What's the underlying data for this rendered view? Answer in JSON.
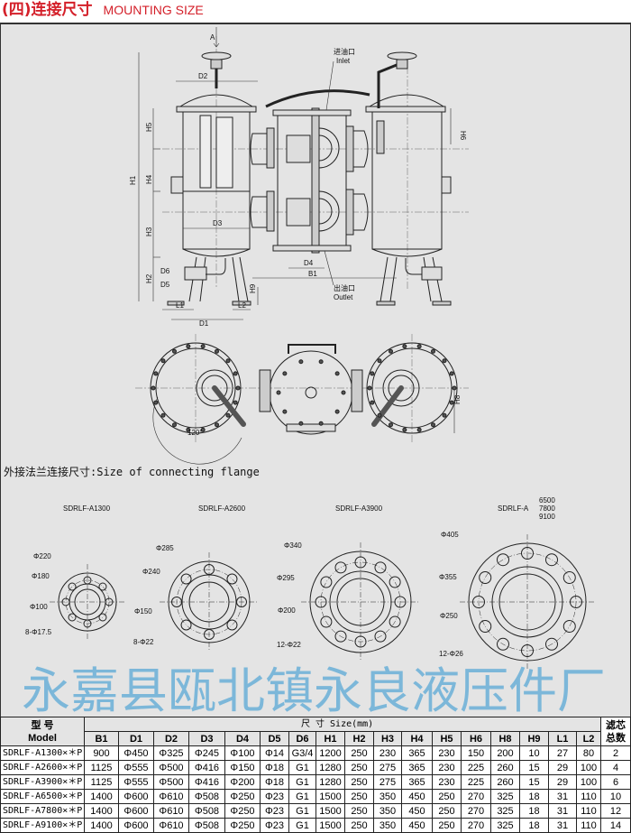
{
  "header": {
    "title_cn": "(四)连接尺寸",
    "title_en": "MOUNTING SIZE"
  },
  "drawing": {
    "labels": {
      "A": "A",
      "D2": "D2",
      "H1": "H1",
      "H2": "H2",
      "H3": "H3",
      "H4": "H4",
      "H5": "H5",
      "H6": "H6",
      "D3": "D3",
      "D4": "D4",
      "B1": "B1",
      "D5": "D5",
      "D6": "D6",
      "L1": "L1",
      "L2": "L2",
      "D1": "D1",
      "H8": "H8",
      "H9": "H9",
      "angle": "120°"
    },
    "inlet_cn": "进油口",
    "inlet_en": "Inlet",
    "outlet_cn": "出油口",
    "outlet_en": "Outlet",
    "watermark": "永嘉县瓯北镇永良液压件厂"
  },
  "flange_section": {
    "title": "外接法兰连接尺寸:Size of connecting flange",
    "flanges": [
      {
        "model": "SDRLF-A1300",
        "outer": "Φ220",
        "pcd": "Φ180",
        "bore": "Φ100",
        "holes": "8-Φ17.5",
        "hole_count": 8
      },
      {
        "model": "SDRLF-A2600",
        "outer": "Φ285",
        "pcd": "Φ240",
        "bore": "Φ150",
        "holes": "8-Φ22",
        "hole_count": 8
      },
      {
        "model": "SDRLF-A3900",
        "outer": "Φ340",
        "pcd": "Φ295",
        "bore": "Φ200",
        "holes": "12-Φ22",
        "hole_count": 12
      },
      {
        "model": "SDRLF-A",
        "model_variants": [
          "6500",
          "7800",
          "9100"
        ],
        "outer": "Φ405",
        "pcd": "Φ355",
        "bore": "Φ250",
        "holes": "12-Φ26",
        "hole_count": 12
      }
    ]
  },
  "table": {
    "model_header_cn": "型 号",
    "model_header_en": "Model",
    "size_header": "尺  寸 Size(mm)",
    "count_header": "滤芯总数",
    "columns": [
      "B1",
      "D1",
      "D2",
      "D3",
      "D4",
      "D5",
      "D6",
      "H1",
      "H2",
      "H3",
      "H4",
      "H5",
      "H6",
      "H8",
      "H9",
      "L1",
      "L2"
    ],
    "rows": [
      {
        "model": "SDRLF-A1300×＊P",
        "values": [
          "900",
          "Φ450",
          "Φ325",
          "Φ245",
          "Φ100",
          "Φ14",
          "G3/4",
          "1200",
          "250",
          "230",
          "365",
          "230",
          "150",
          "200",
          "10",
          "27",
          "80"
        ],
        "count": "2"
      },
      {
        "model": "SDRLF-A2600×＊P",
        "values": [
          "1125",
          "Φ555",
          "Φ500",
          "Φ416",
          "Φ150",
          "Φ18",
          "G1",
          "1280",
          "250",
          "275",
          "365",
          "230",
          "225",
          "260",
          "15",
          "29",
          "100"
        ],
        "count": "4"
      },
      {
        "model": "SDRLF-A3900×＊P",
        "values": [
          "1125",
          "Φ555",
          "Φ500",
          "Φ416",
          "Φ200",
          "Φ18",
          "G1",
          "1280",
          "250",
          "275",
          "365",
          "230",
          "225",
          "260",
          "15",
          "29",
          "100"
        ],
        "count": "6"
      },
      {
        "model": "SDRLF-A6500×＊P",
        "values": [
          "1400",
          "Φ600",
          "Φ610",
          "Φ508",
          "Φ250",
          "Φ23",
          "G1",
          "1500",
          "250",
          "350",
          "450",
          "250",
          "270",
          "325",
          "18",
          "31",
          "110"
        ],
        "count": "10"
      },
      {
        "model": "SDRLF-A7800×＊P",
        "values": [
          "1400",
          "Φ600",
          "Φ610",
          "Φ508",
          "Φ250",
          "Φ23",
          "G1",
          "1500",
          "250",
          "350",
          "450",
          "250",
          "270",
          "325",
          "18",
          "31",
          "110"
        ],
        "count": "12"
      },
      {
        "model": "SDRLF-A9100×＊P",
        "values": [
          "1400",
          "Φ600",
          "Φ610",
          "Φ508",
          "Φ250",
          "Φ23",
          "G1",
          "1500",
          "250",
          "350",
          "450",
          "250",
          "270",
          "325",
          "18",
          "31",
          "110"
        ],
        "count": "14"
      }
    ]
  }
}
